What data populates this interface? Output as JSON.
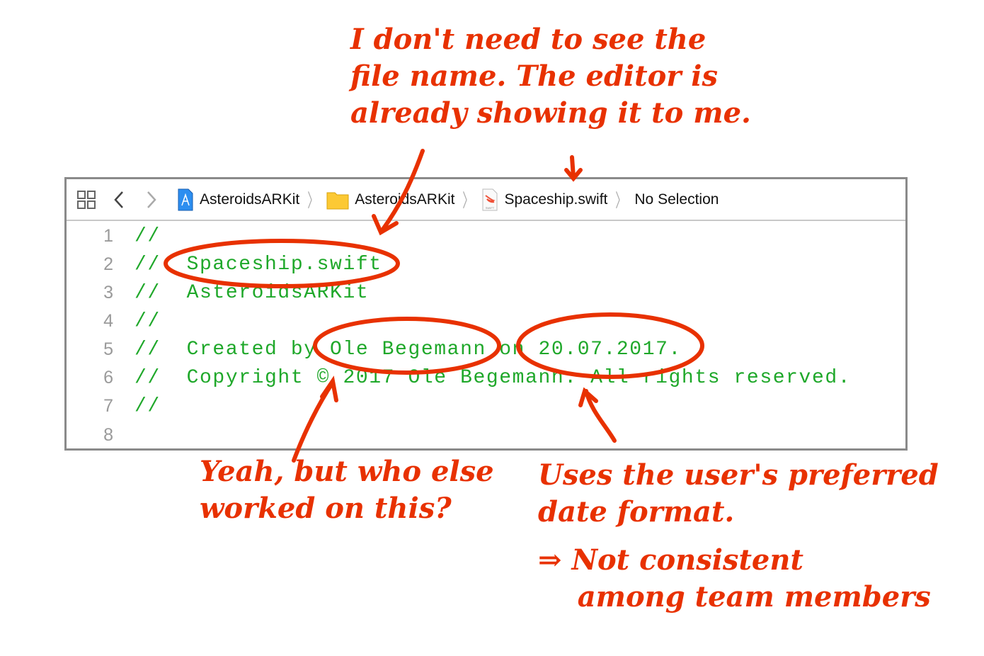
{
  "toolbar": {
    "breadcrumbs": [
      {
        "label": "AsteroidsARKit",
        "icon": "xcode-project-icon"
      },
      {
        "label": "AsteroidsARKit",
        "icon": "folder-icon"
      },
      {
        "label": "Spaceship.swift",
        "icon": "swift-file-icon"
      },
      {
        "label": "No Selection"
      }
    ],
    "swift_badge": "SWIFT"
  },
  "code": {
    "lines": [
      {
        "n": "1",
        "text": "//"
      },
      {
        "n": "2",
        "text": "//  Spaceship.swift"
      },
      {
        "n": "3",
        "text": "//  AsteroidsARKit"
      },
      {
        "n": "4",
        "text": "//"
      },
      {
        "n": "5",
        "text": "//  Created by Ole Begemann on 20.07.2017."
      },
      {
        "n": "6",
        "text": "//  Copyright © 2017 Ole Begemann. All rights reserved."
      },
      {
        "n": "7",
        "text": "//"
      },
      {
        "n": "8",
        "text": ""
      }
    ]
  },
  "annotations": {
    "top": "I don't need to see the\nfile name. The editor is\nalready showing it to me.",
    "bottom_left": "Yeah, but who else\nworked on this?",
    "bottom_right": "Uses the user's preferred\ndate format.",
    "bottom_right_2": "⇒ Not consistent\n    among team members"
  },
  "colors": {
    "annotation": "#e83100",
    "comment": "#1fa82a"
  }
}
